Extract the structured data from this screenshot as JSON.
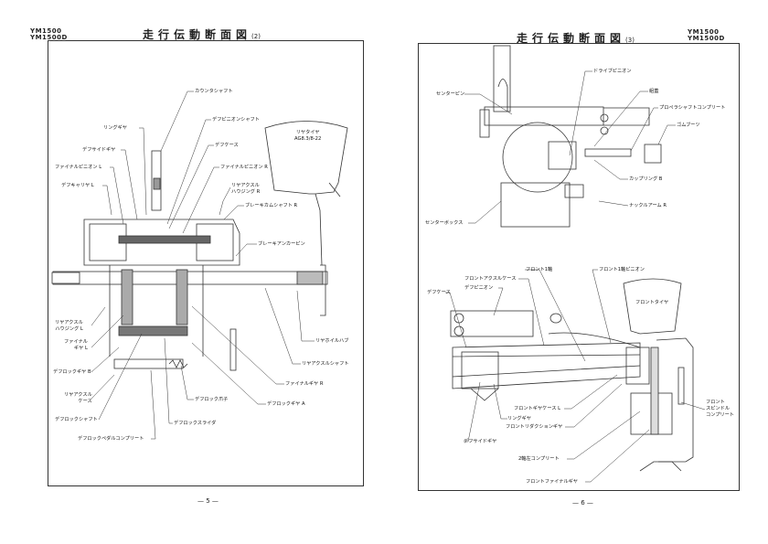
{
  "left_page": {
    "model": [
      "YM1500",
      "YM1500D"
    ],
    "title": "走行伝動断面図",
    "title_suffix": "(2)",
    "page_number": "— 5 —",
    "labels": {
      "counter_shaft": "カウンタシャフト",
      "diff_pinion_shaft": "デフピニオンシャフト",
      "ring_gear": "リングギヤ",
      "diff_case": "デフケース",
      "diff_side_gear": "デフサイドギヤ",
      "final_pinion_r": "ファイナルピニオン R",
      "final_pinion_l": "ファイナルピニオン L",
      "diff_carrier_l": "デフキャリヤ L",
      "rear_axle_housing_r": [
        "リヤアクスル",
        "ハウジング R"
      ],
      "brake_cam_shaft_r": "ブレーキカムシャフト R",
      "rear_tire": [
        "リヤタイヤ",
        "AG8.3/8-22"
      ],
      "brake_anchor_pin": "ブレーキアンカーピン",
      "rear_axle_housing_l": [
        "リヤアクスル",
        "ハウジング L"
      ],
      "final_gear_l": [
        "ファイナル",
        "ギヤ L"
      ],
      "rear_wheel_hub": "リヤホイルハブ",
      "diff_lock_gear_b": "デフロックギヤ B",
      "rear_axle_shaft": "リヤアクスルシャフト",
      "final_gear_r": "ファイナルギヤ R",
      "rear_axle_case": [
        "リヤアクスル",
        "ケース"
      ],
      "diff_lock_claw": "デフロック爪子",
      "diff_lock_gear_a": "デフロックギヤ A",
      "diff_lock_shaft": "デフロックシャフト",
      "diff_lock_slider": "デフロックスライダ",
      "diff_lock_pedal_complete": "デフロックペダルコンプリート"
    }
  },
  "right_page": {
    "model": [
      "YM1500",
      "YM1500D"
    ],
    "title": "走行伝動断面図",
    "title_suffix": "(3)",
    "page_number": "— 6 —",
    "labels": {
      "drive_pinion": "ドライブピニオン",
      "center_pin": "センターピン",
      "cover": "組蓋",
      "propeller_shaft_complete": "プロペラシャフトコンプリート",
      "rubber_boot": "ゴムブーツ",
      "coupling_b": "カップリング B",
      "knuckle_arm_r": "ナックルアーム R",
      "center_box": "センターボックス",
      "front_shaft_1": "フロント1軸",
      "front_shaft_1_pinion": "フロント1軸ピニオン",
      "front_axle_case": "フロントアクスルケース",
      "diff_pinion": "デフピニオン",
      "diff_case": "デフケース",
      "front_tire": "フロントタイヤ",
      "front_gear_case_l": "フロントギヤケース L",
      "front_spindle_complete": [
        "フロント",
        "スピンドル",
        "コンプリート"
      ],
      "ring_gear": "リングギヤ",
      "front_reduction_gear": "フロントリダクションギヤ",
      "diff_side_gear": "デフサイドギヤ",
      "shaft_2_left_complete": "2軸左コンプリート",
      "front_final_gear": "フロントファイナルギヤ"
    }
  }
}
